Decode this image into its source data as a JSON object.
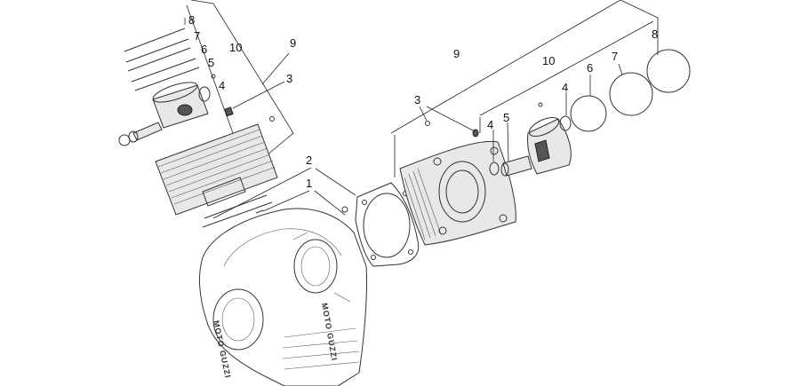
{
  "diagram": {
    "callouts_left": [
      {
        "id": "l8",
        "text": "8"
      },
      {
        "id": "l7",
        "text": "7"
      },
      {
        "id": "l6",
        "text": "6"
      },
      {
        "id": "l5",
        "text": "5"
      },
      {
        "id": "l4",
        "text": "4"
      },
      {
        "id": "l10",
        "text": "10"
      },
      {
        "id": "l9",
        "text": "9"
      },
      {
        "id": "l3",
        "text": "3"
      },
      {
        "id": "l2",
        "text": "2"
      },
      {
        "id": "l1",
        "text": "1"
      }
    ],
    "callouts_right": [
      {
        "id": "r9",
        "text": "9"
      },
      {
        "id": "r10",
        "text": "10"
      },
      {
        "id": "r8",
        "text": "8"
      },
      {
        "id": "r7",
        "text": "7"
      },
      {
        "id": "r6",
        "text": "6"
      },
      {
        "id": "r3",
        "text": "3"
      },
      {
        "id": "r4a",
        "text": "4"
      },
      {
        "id": "r5",
        "text": "5"
      },
      {
        "id": "r4b",
        "text": "4"
      }
    ],
    "brand_text": "MOTO GUZZI"
  }
}
